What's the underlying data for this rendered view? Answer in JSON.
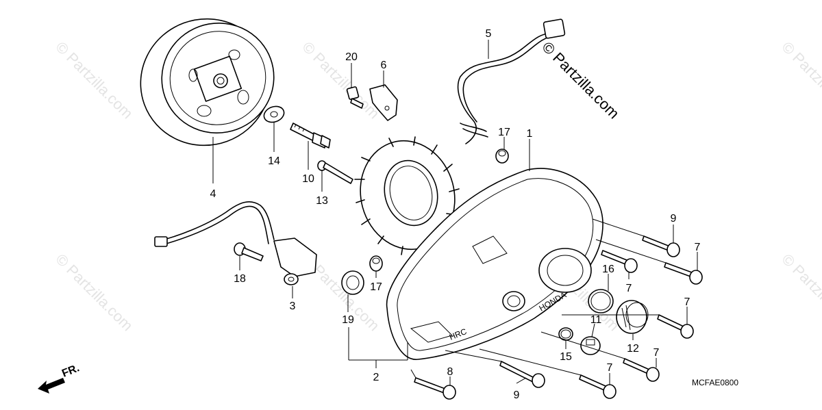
{
  "watermarks": {
    "faint": "© Partzilla.com",
    "main": "© Partzilla.com"
  },
  "diagram_code": "MCFAE0800",
  "front_indicator": "FR.",
  "callouts": [
    "1",
    "2",
    "3",
    "4",
    "5",
    "6",
    "7",
    "8",
    "9",
    "10",
    "11",
    "12",
    "13",
    "14",
    "15",
    "16",
    "17",
    "18",
    "19",
    "20"
  ]
}
